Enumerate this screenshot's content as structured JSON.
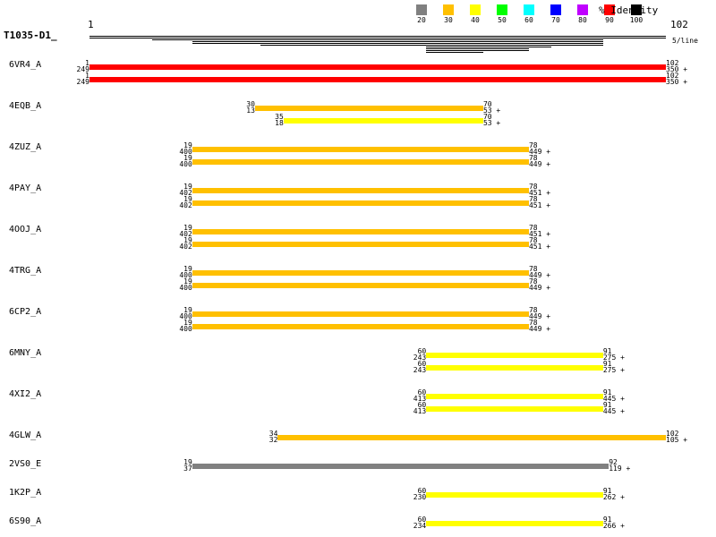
{
  "legend": {
    "title": "% Identity",
    "items": [
      {
        "label": "20",
        "color": "#808080"
      },
      {
        "label": "30",
        "color": "#ffc000"
      },
      {
        "label": "40",
        "color": "#ffff00"
      },
      {
        "label": "50",
        "color": "#00ff00"
      },
      {
        "label": "60",
        "color": "#00ffff"
      },
      {
        "label": "70",
        "color": "#0000ff"
      },
      {
        "label": "80",
        "color": "#c000ff"
      },
      {
        "label": "90",
        "color": "#ff0000"
      },
      {
        "label": "100",
        "color": "#000000"
      }
    ]
  },
  "query": {
    "name": "T1035-D1_",
    "start": "1",
    "end": "102",
    "scale_label": "5/line"
  },
  "coverage": [
    [
      1,
      102
    ],
    [
      1,
      102
    ],
    [
      12,
      91
    ],
    [
      19,
      91
    ],
    [
      19,
      91
    ],
    [
      31,
      91
    ],
    [
      60,
      82
    ],
    [
      60,
      78
    ],
    [
      60,
      78
    ],
    [
      60,
      70
    ]
  ],
  "hits": [
    {
      "name": "6VR4_A",
      "bars": [
        {
          "qs": 1,
          "qe": 102,
          "hs": "249",
          "he": "350",
          "color": "#ff0000"
        },
        {
          "qs": 1,
          "qe": 102,
          "hs": "249",
          "he": "350",
          "color": "#ff0000"
        }
      ]
    },
    {
      "name": "4EQB_A",
      "bars": [
        {
          "qs": 30,
          "qe": 70,
          "hs": "13",
          "he": "53",
          "color": "#ffc000"
        },
        {
          "qs": 35,
          "qe": 70,
          "hs": "18",
          "he": "53",
          "color": "#ffff00"
        }
      ]
    },
    {
      "name": "4ZUZ_A",
      "bars": [
        {
          "qs": 19,
          "qe": 78,
          "hs": "400",
          "he": "449",
          "color": "#ffc000"
        },
        {
          "qs": 19,
          "qe": 78,
          "hs": "400",
          "he": "449",
          "color": "#ffc000"
        }
      ]
    },
    {
      "name": "4PAY_A",
      "bars": [
        {
          "qs": 19,
          "qe": 78,
          "hs": "402",
          "he": "451",
          "color": "#ffc000"
        },
        {
          "qs": 19,
          "qe": 78,
          "hs": "402",
          "he": "451",
          "color": "#ffc000"
        }
      ]
    },
    {
      "name": "4OOJ_A",
      "bars": [
        {
          "qs": 19,
          "qe": 78,
          "hs": "402",
          "he": "451",
          "color": "#ffc000"
        },
        {
          "qs": 19,
          "qe": 78,
          "hs": "402",
          "he": "451",
          "color": "#ffc000"
        }
      ]
    },
    {
      "name": "4TRG_A",
      "bars": [
        {
          "qs": 19,
          "qe": 78,
          "hs": "400",
          "he": "449",
          "color": "#ffc000"
        },
        {
          "qs": 19,
          "qe": 78,
          "hs": "400",
          "he": "449",
          "color": "#ffc000"
        }
      ]
    },
    {
      "name": "6CP2_A",
      "bars": [
        {
          "qs": 19,
          "qe": 78,
          "hs": "400",
          "he": "449",
          "color": "#ffc000"
        },
        {
          "qs": 19,
          "qe": 78,
          "hs": "400",
          "he": "449",
          "color": "#ffc000"
        }
      ]
    },
    {
      "name": "6MNY_A",
      "bars": [
        {
          "qs": 60,
          "qe": 91,
          "hs": "243",
          "he": "275",
          "color": "#ffff00"
        },
        {
          "qs": 60,
          "qe": 91,
          "hs": "243",
          "he": "275",
          "color": "#ffff00"
        }
      ]
    },
    {
      "name": "4XI2_A",
      "bars": [
        {
          "qs": 60,
          "qe": 91,
          "hs": "413",
          "he": "445",
          "color": "#ffff00"
        },
        {
          "qs": 60,
          "qe": 91,
          "hs": "413",
          "he": "445",
          "color": "#ffff00"
        }
      ]
    },
    {
      "name": "4GLW_A",
      "bars": [
        {
          "qs": 34,
          "qe": 102,
          "hs": "32",
          "he": "105",
          "color": "#ffc000"
        }
      ]
    },
    {
      "name": "2VS0_E",
      "bars": [
        {
          "qs": 19,
          "qe": 92,
          "hs": "37",
          "he": "119",
          "color": "#808080"
        }
      ]
    },
    {
      "name": "1K2P_A",
      "bars": [
        {
          "qs": 60,
          "qe": 91,
          "hs": "230",
          "he": "262",
          "color": "#ffff00"
        }
      ]
    },
    {
      "name": "6S90_A",
      "bars": [
        {
          "qs": 60,
          "qe": 91,
          "hs": "234",
          "he": "266",
          "color": "#ffff00"
        }
      ]
    }
  ],
  "strand_marker": "+"
}
